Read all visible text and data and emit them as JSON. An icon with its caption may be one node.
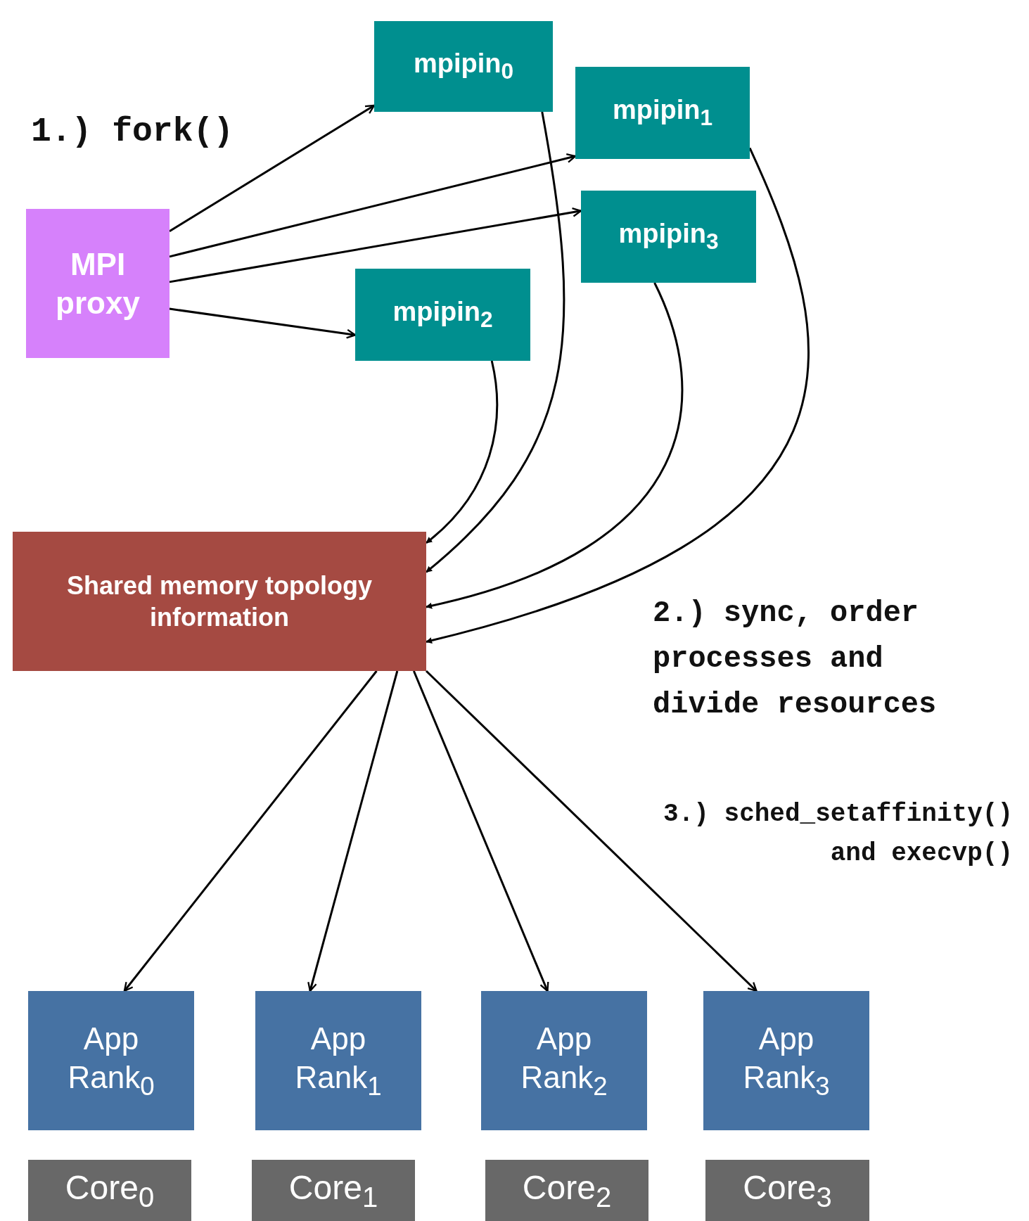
{
  "diagram": {
    "nodes": [
      {
        "text": [
          "MPI proxy"
        ]
      },
      {
        "text": [
          "mpipin$_{0}$"
        ]
      },
      {
        "text": [
          "mpipin$_{1}$"
        ]
      },
      {
        "text": [
          "mpipin$_{3}$"
        ]
      },
      {
        "text": [
          "mpipin$_{2}$"
        ]
      },
      {
        "text": [
          "Shared memory topology information"
        ]
      },
      {
        "text": [
          "App Rank$_{0}$"
        ]
      },
      {
        "text": [
          "App Rank$_{1}$"
        ]
      },
      {
        "text": [
          "App Rank$_{2}$"
        ]
      },
      {
        "text": [
          "App Rank$_{3}$"
        ]
      },
      {
        "text": [
          "Core$_{0}$"
        ]
      },
      {
        "text": [
          "Core$_{1}$"
        ]
      },
      {
        "text": [
          "Core$_{2}$"
        ]
      },
      {
        "text": [
          "Core$_{3}$"
        ]
      }
    ],
    "edges": [
      {
        "from": 0,
        "to": 1,
        "arrow": "to"
      },
      {
        "from": 0,
        "to": 2,
        "arrow": "to"
      },
      {
        "from": 0,
        "to": 3,
        "arrow": "to"
      },
      {
        "from": 0,
        "to": 4,
        "arrow": "to"
      },
      {
        "from": 4,
        "to": 5,
        "arrow": "to"
      },
      {
        "from": 1,
        "to": 5,
        "arrow": "to"
      },
      {
        "from": 3,
        "to": 5,
        "arrow": "to"
      },
      {
        "from": 2,
        "to": 5,
        "arrow": "to"
      },
      {
        "from": 5,
        "to": 6,
        "arrow": "to"
      },
      {
        "from": 5,
        "to": 7,
        "arrow": "to"
      },
      {
        "from": 5,
        "to": 8,
        "arrow": "to"
      },
      {
        "from": 5,
        "to": 9,
        "arrow": "to"
      }
    ],
    "labels": [
      "1.) fork()",
      "2.) sync, order processes and divide resources",
      "3.) sched_setaffinity() and execvp()"
    ]
  }
}
